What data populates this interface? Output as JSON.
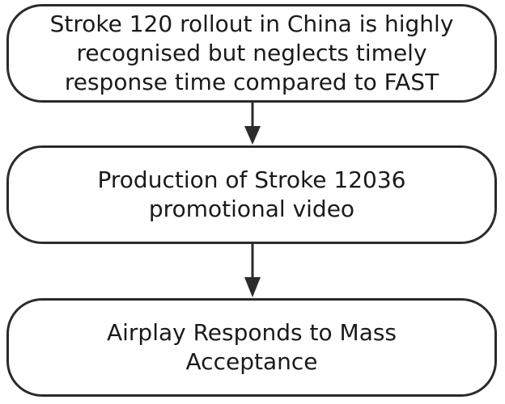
{
  "nodes": [
    {
      "lines": [
        "Stroke 120 rollout in China is highly",
        "recognised but neglects timely",
        "response time compared to FAST"
      ]
    },
    {
      "lines": [
        "Production of Stroke 12036",
        "promotional video"
      ]
    },
    {
      "lines": [
        "Airplay Responds to Mass",
        "Acceptance"
      ]
    }
  ],
  "colors": {
    "stroke": "#2b2b2b",
    "text": "#1a1a1a",
    "background": "#ffffff"
  }
}
